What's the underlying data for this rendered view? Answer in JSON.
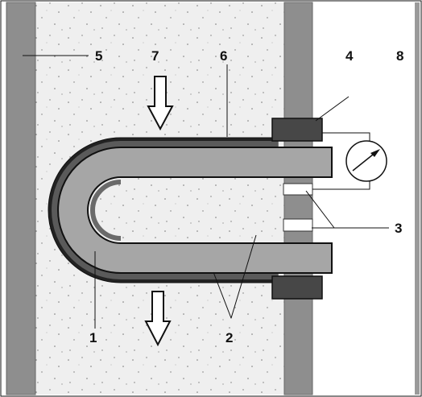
{
  "labels": {
    "l1": "1",
    "l2": "2",
    "l3": "3",
    "l4": "4",
    "l5": "5",
    "l6": "6",
    "l7": "7",
    "l8": "8"
  },
  "colors": {
    "wall": "#8e8e8e",
    "soil": "#efefef",
    "outer_layer": "#222222",
    "middle_layer": "#5a5a5a",
    "tube": "#a6a6a6",
    "clamp": "#474747",
    "line": "#111111"
  },
  "icons": {
    "flow_arrows": "down-arrow-icon",
    "meter": "gauge-icon"
  }
}
